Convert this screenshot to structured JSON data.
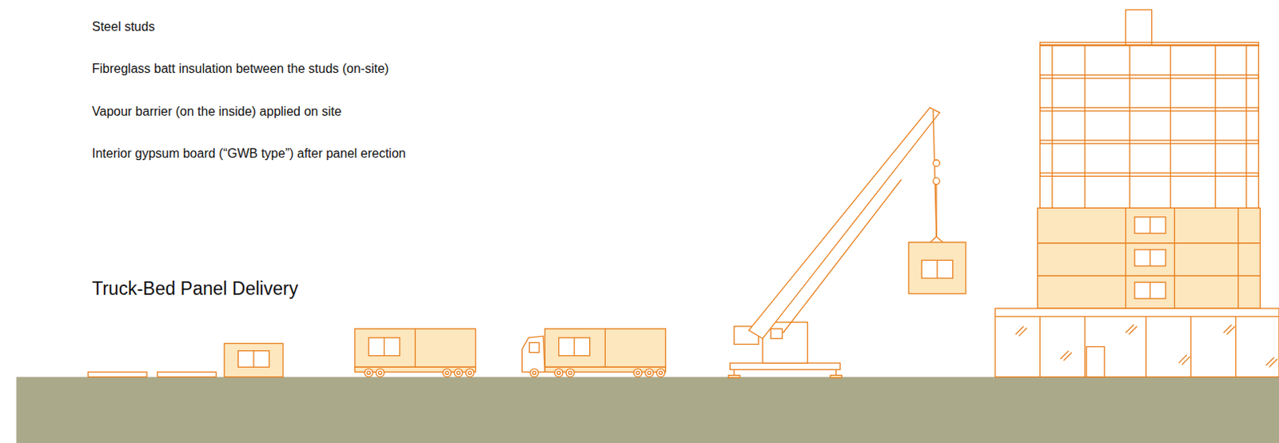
{
  "diagram": {
    "labels": [
      "Steel studs",
      "Fibreglass batt insulation between the studs (on-site)",
      "Vapour barrier (on the inside) applied on site",
      "Interior gypsum board (“GWB type”) after panel erection",
      "Truck-Bed Panel Delivery"
    ]
  }
}
